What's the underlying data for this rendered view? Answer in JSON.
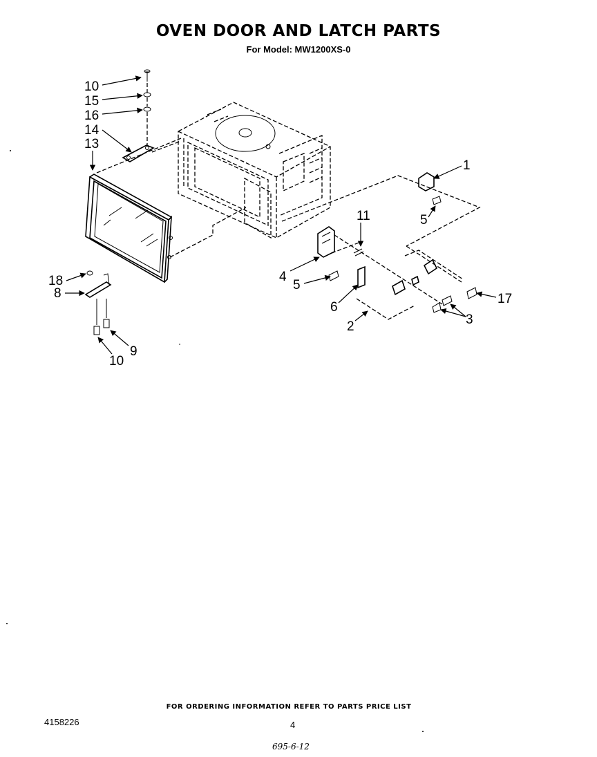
{
  "header": {
    "title": "OVEN DOOR AND LATCH PARTS",
    "subtitle": "For Model: MW1200XS-0"
  },
  "callouts": [
    {
      "key": "door-hinge-screw-top",
      "label": "10"
    },
    {
      "key": "hinge-washer-top",
      "label": "15"
    },
    {
      "key": "hinge-spacer-top",
      "label": "16"
    },
    {
      "key": "upper-hinge",
      "label": "14"
    },
    {
      "key": "door-assembly",
      "label": "13"
    },
    {
      "key": "latch-actuator",
      "label": "1"
    },
    {
      "key": "actuator-screw",
      "label": "5"
    },
    {
      "key": "latch-spring",
      "label": "11"
    },
    {
      "key": "latch-housing",
      "label": "4"
    },
    {
      "key": "housing-screw",
      "label": "5"
    },
    {
      "key": "latch-lever",
      "label": "6"
    },
    {
      "key": "interlock-switch-group",
      "label": "2"
    },
    {
      "key": "switch-screws",
      "label": "3"
    },
    {
      "key": "monitor-switch-screw",
      "label": "17"
    },
    {
      "key": "lower-hinge-spacer",
      "label": "18"
    },
    {
      "key": "lower-hinge",
      "label": "8"
    },
    {
      "key": "lower-hinge-screw-b",
      "label": "9"
    },
    {
      "key": "door-hinge-screw-bottom",
      "label": "10"
    }
  ],
  "footer": {
    "ordering_note": "FOR ORDERING INFORMATION REFER TO PARTS PRICE LIST",
    "doc_number": "4158226",
    "page_number": "4",
    "handwritten_note": "695-6-12"
  }
}
